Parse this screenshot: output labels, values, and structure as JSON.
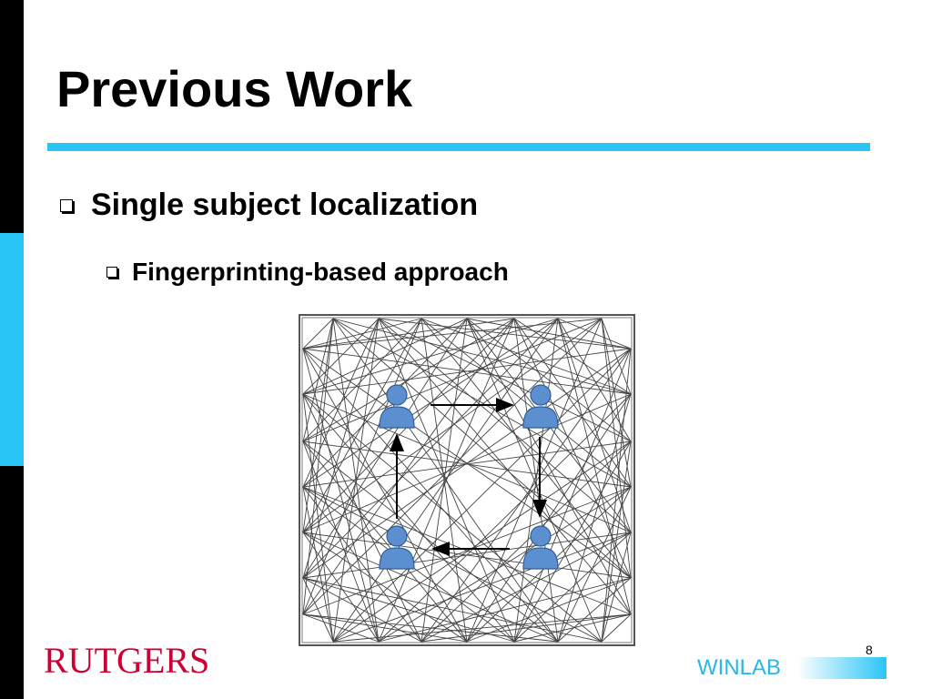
{
  "slide": {
    "title": "Previous Work",
    "bullets": [
      {
        "text": "Single subject localization"
      },
      {
        "text": "Fingerprinting-based approach"
      }
    ],
    "page_number": "8"
  },
  "footer": {
    "rutgers_logo": "RUTGERS",
    "winlab_logo": "WINLAB"
  },
  "figure": {
    "icon": "person-icon",
    "arrow_direction": "clockwise"
  },
  "colors": {
    "accent": "#29c5f6",
    "logo_red": "#cc0033",
    "winlab_blue": "#29b6e8",
    "person_fill": "#5b8fcf"
  }
}
